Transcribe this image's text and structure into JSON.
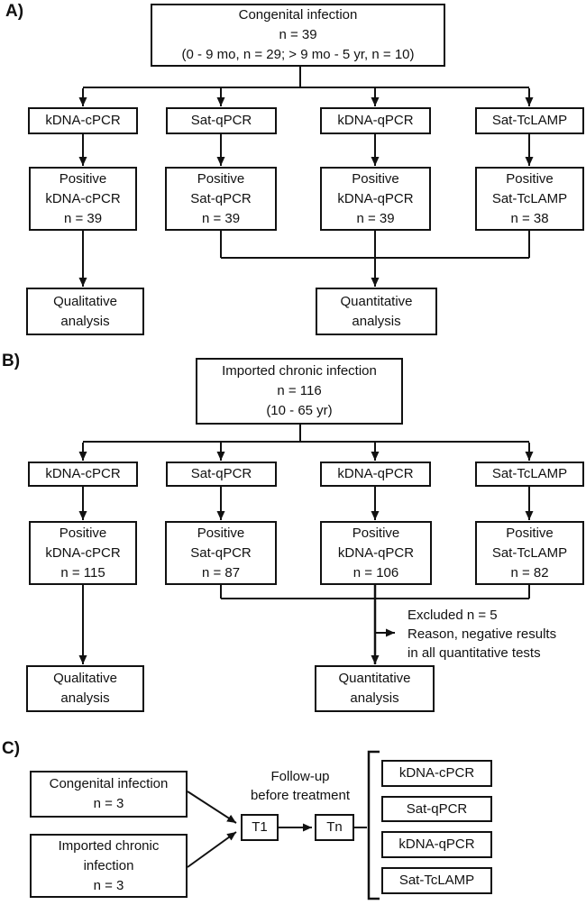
{
  "figure": {
    "type": "flowchart",
    "colors": {
      "line": "#111111",
      "box_border": "#111111",
      "background": "#ffffff",
      "text": "#111111"
    }
  },
  "panel_a": {
    "label": "A)",
    "root": {
      "line1": "Congenital infection",
      "line2": "n = 39",
      "line3": "(0 - 9 mo, n = 29; > 9 mo - 5 yr, n = 10)"
    },
    "tests": [
      "kDNA-cPCR",
      "Sat-qPCR",
      "kDNA-qPCR",
      "Sat-TcLAMP"
    ],
    "positives": [
      {
        "line1": "Positive",
        "line2": "kDNA-cPCR",
        "line3": "n = 39"
      },
      {
        "line1": "Positive",
        "line2": "Sat-qPCR",
        "line3": "n = 39"
      },
      {
        "line1": "Positive",
        "line2": "kDNA-qPCR",
        "line3": "n = 39"
      },
      {
        "line1": "Positive",
        "line2": "Sat-TcLAMP",
        "line3": "n = 38"
      }
    ],
    "qualitative": {
      "line1": "Qualitative",
      "line2": "analysis"
    },
    "quantitative": {
      "line1": "Quantitative",
      "line2": "analysis"
    }
  },
  "panel_b": {
    "label": "B)",
    "root": {
      "line1": "Imported chronic infection",
      "line2": "n = 116",
      "line3": "(10 - 65 yr)"
    },
    "tests": [
      "kDNA-cPCR",
      "Sat-qPCR",
      "kDNA-qPCR",
      "Sat-TcLAMP"
    ],
    "positives": [
      {
        "line1": "Positive",
        "line2": "kDNA-cPCR",
        "line3": "n = 115"
      },
      {
        "line1": "Positive",
        "line2": "Sat-qPCR",
        "line3": "n = 87"
      },
      {
        "line1": "Positive",
        "line2": "kDNA-qPCR",
        "line3": "n = 106"
      },
      {
        "line1": "Positive",
        "line2": "Sat-TcLAMP",
        "line3": "n = 82"
      }
    ],
    "excluded_note": {
      "line1": "Excluded n = 5",
      "line2": "Reason, negative results",
      "line3": "in all quantitative tests"
    },
    "qualitative": {
      "line1": "Qualitative",
      "line2": "analysis"
    },
    "quantitative": {
      "line1": "Quantitative",
      "line2": "analysis"
    }
  },
  "panel_c": {
    "label": "C)",
    "congenital": {
      "line1": "Congenital infection",
      "line2": "n = 3"
    },
    "imported": {
      "line1": "Imported chronic",
      "line2": "infection",
      "line3": "n = 3"
    },
    "followup": {
      "line1": "Follow-up",
      "line2": "before treatment"
    },
    "t1": "T1",
    "tn": "Tn",
    "tests": [
      "kDNA-cPCR",
      "Sat-qPCR",
      "kDNA-qPCR",
      "Sat-TcLAMP"
    ]
  }
}
